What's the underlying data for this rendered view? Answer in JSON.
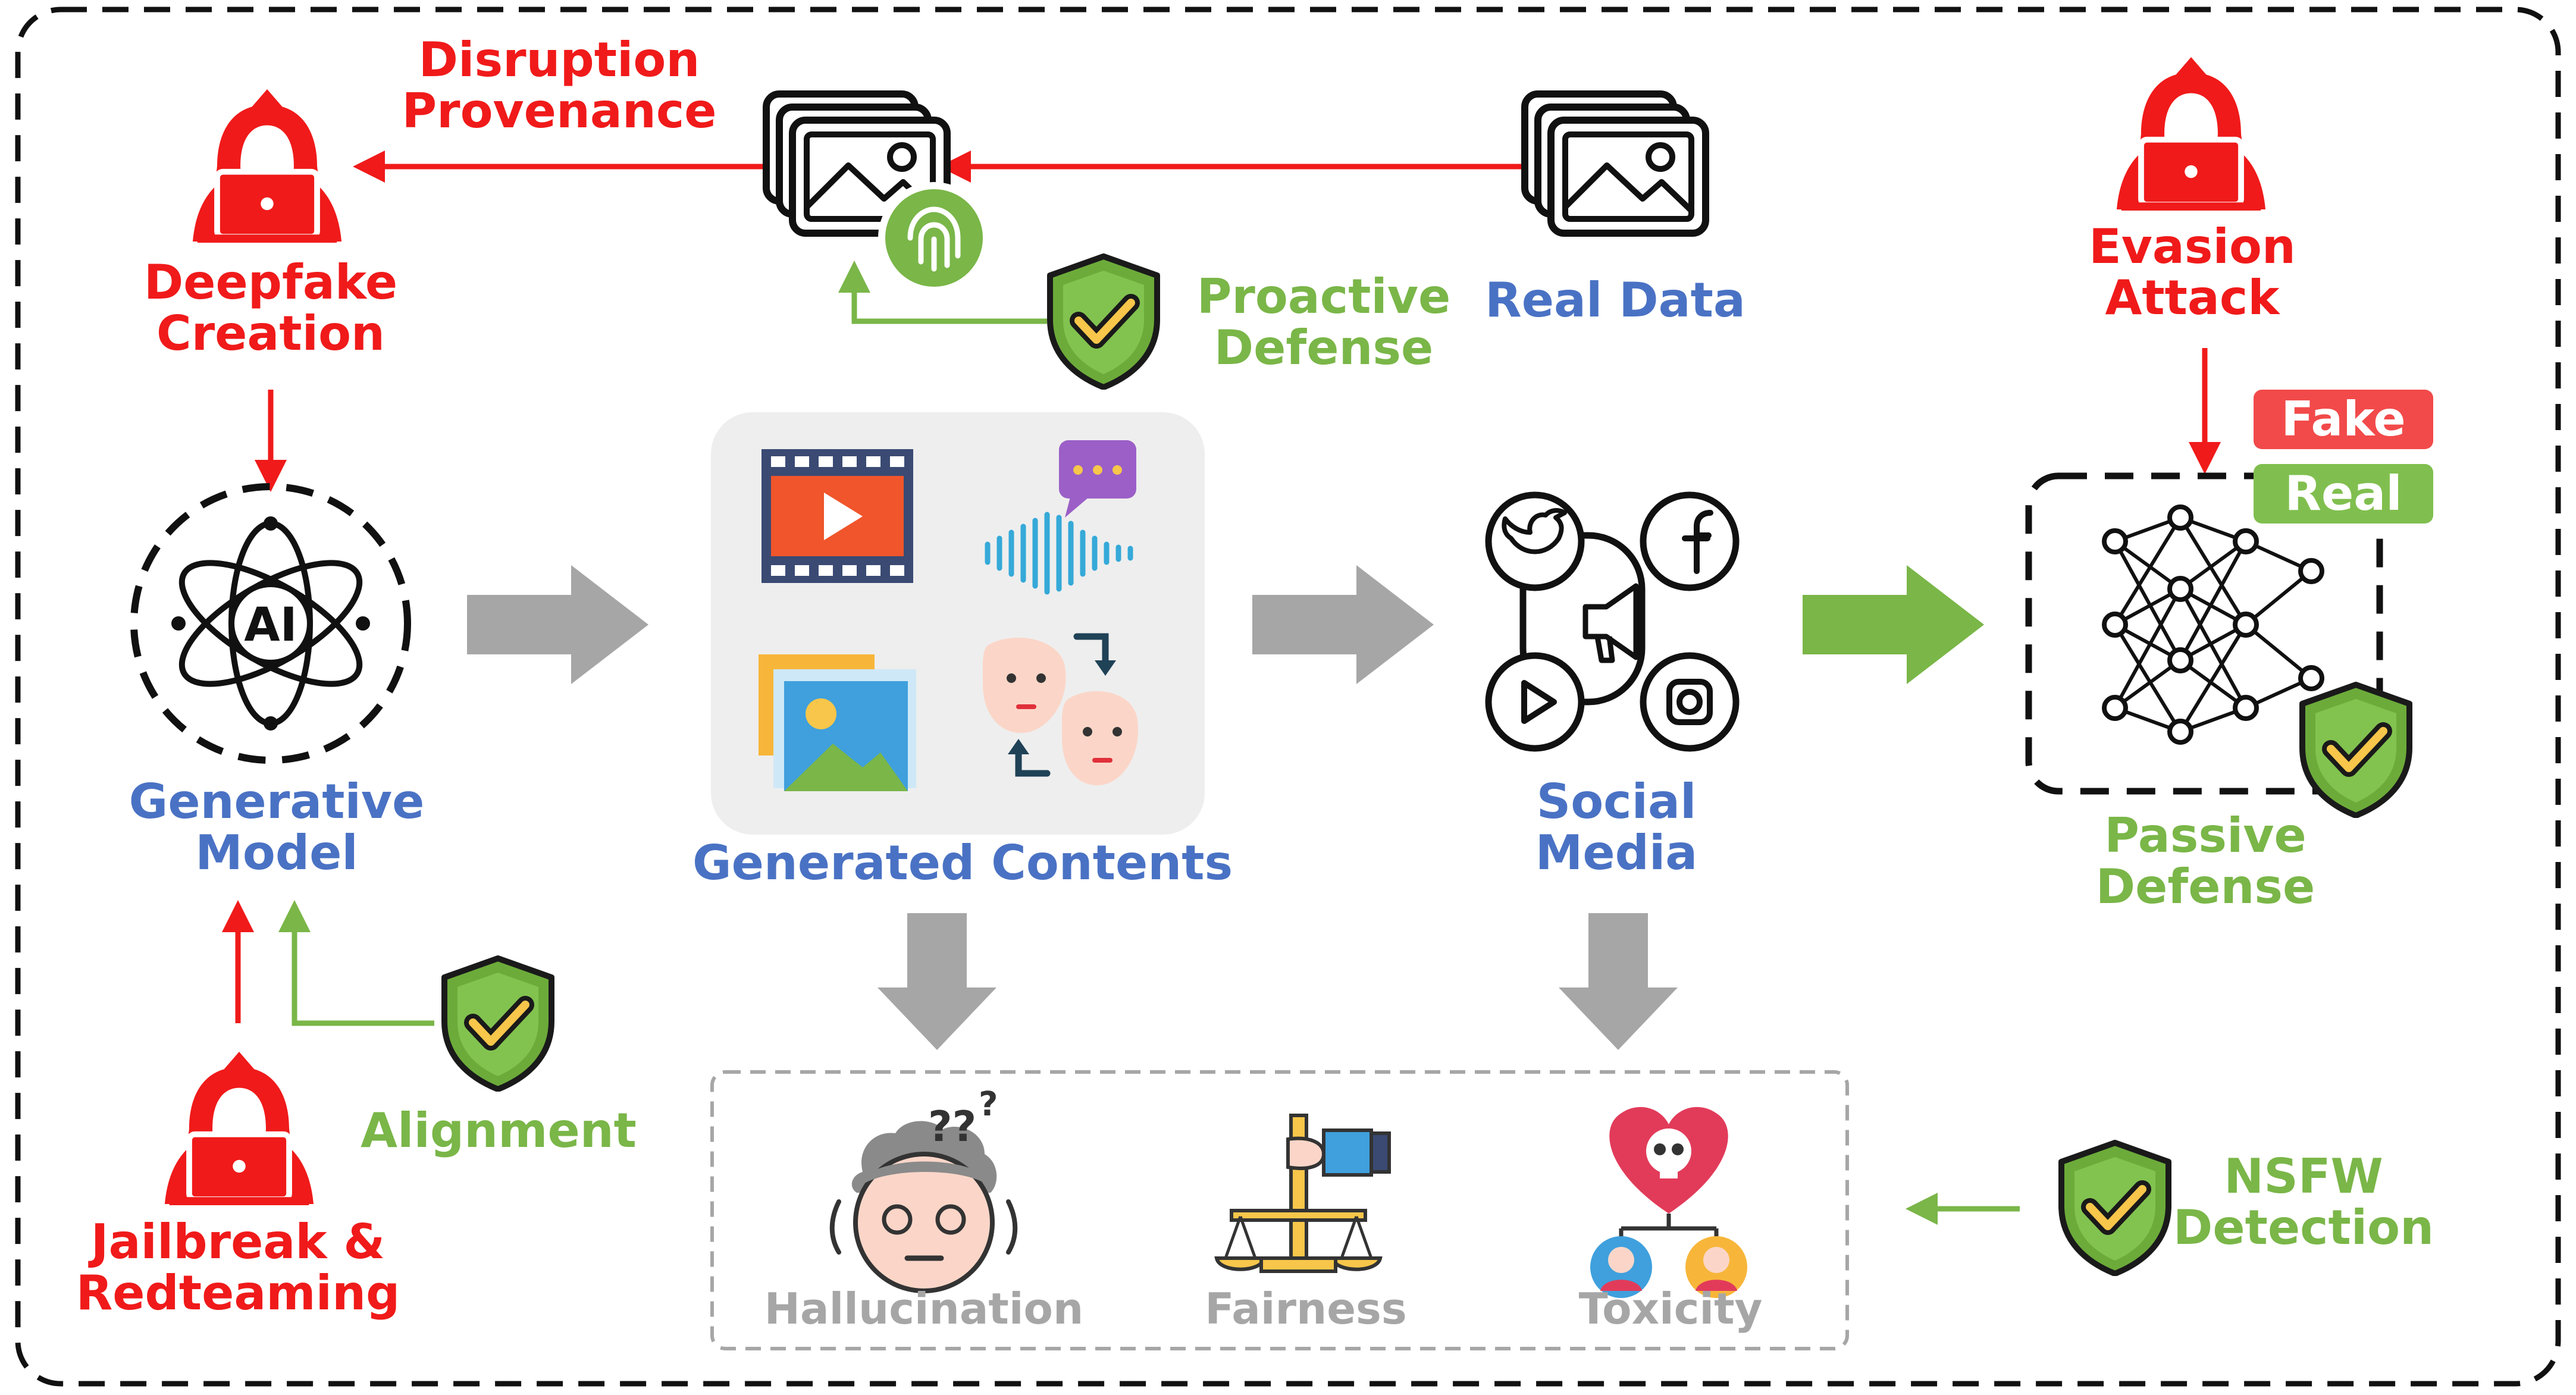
{
  "labels": {
    "disruption": "Disruption",
    "provenance": "Provenance",
    "deepfake_creation_1": "Deepfake",
    "deepfake_creation_2": "Creation",
    "proactive_1": "Proactive",
    "proactive_2": "Defense",
    "real_data": "Real Data",
    "evasion_1": "Evasion",
    "evasion_2": "Attack",
    "fake_tag": "Fake",
    "real_tag": "Real",
    "ai_text": "AI",
    "generative_1": "Generative",
    "generative_2": "Model",
    "generated_contents": "Generated Contents",
    "social_1": "Social",
    "social_2": "Media",
    "passive_1": "Passive",
    "passive_2": "Defense",
    "alignment": "Alignment",
    "jailbreak_1": "Jailbreak &",
    "jailbreak_2": "Redteaming",
    "nsfw_1": "NSFW",
    "nsfw_2": "Detection",
    "hallucination": "Hallucination",
    "fairness": "Fairness",
    "toxicity": "Toxicity"
  },
  "colors": {
    "attack_red": "#f01a1a",
    "defense_green": "#7ab648",
    "entity_blue": "#4a72c4",
    "flow_grey": "#a6a6a6",
    "fake_tag_bg": "#f24a4a",
    "real_tag_bg": "#80bf4f"
  },
  "icons": [
    "hacker-icon",
    "image-stack-icon",
    "fingerprint-icon",
    "shield-check-icon",
    "ai-atom-icon",
    "video-icon",
    "chat-bubble-icon",
    "audio-wave-icon",
    "photo-icon",
    "face-swap-icon",
    "twitter-icon",
    "facebook-icon",
    "megaphone-icon",
    "play-icon",
    "instagram-icon",
    "neural-network-icon",
    "confused-face-icon",
    "scales-icon",
    "skull-heart-icon",
    "avatar-icon"
  ]
}
